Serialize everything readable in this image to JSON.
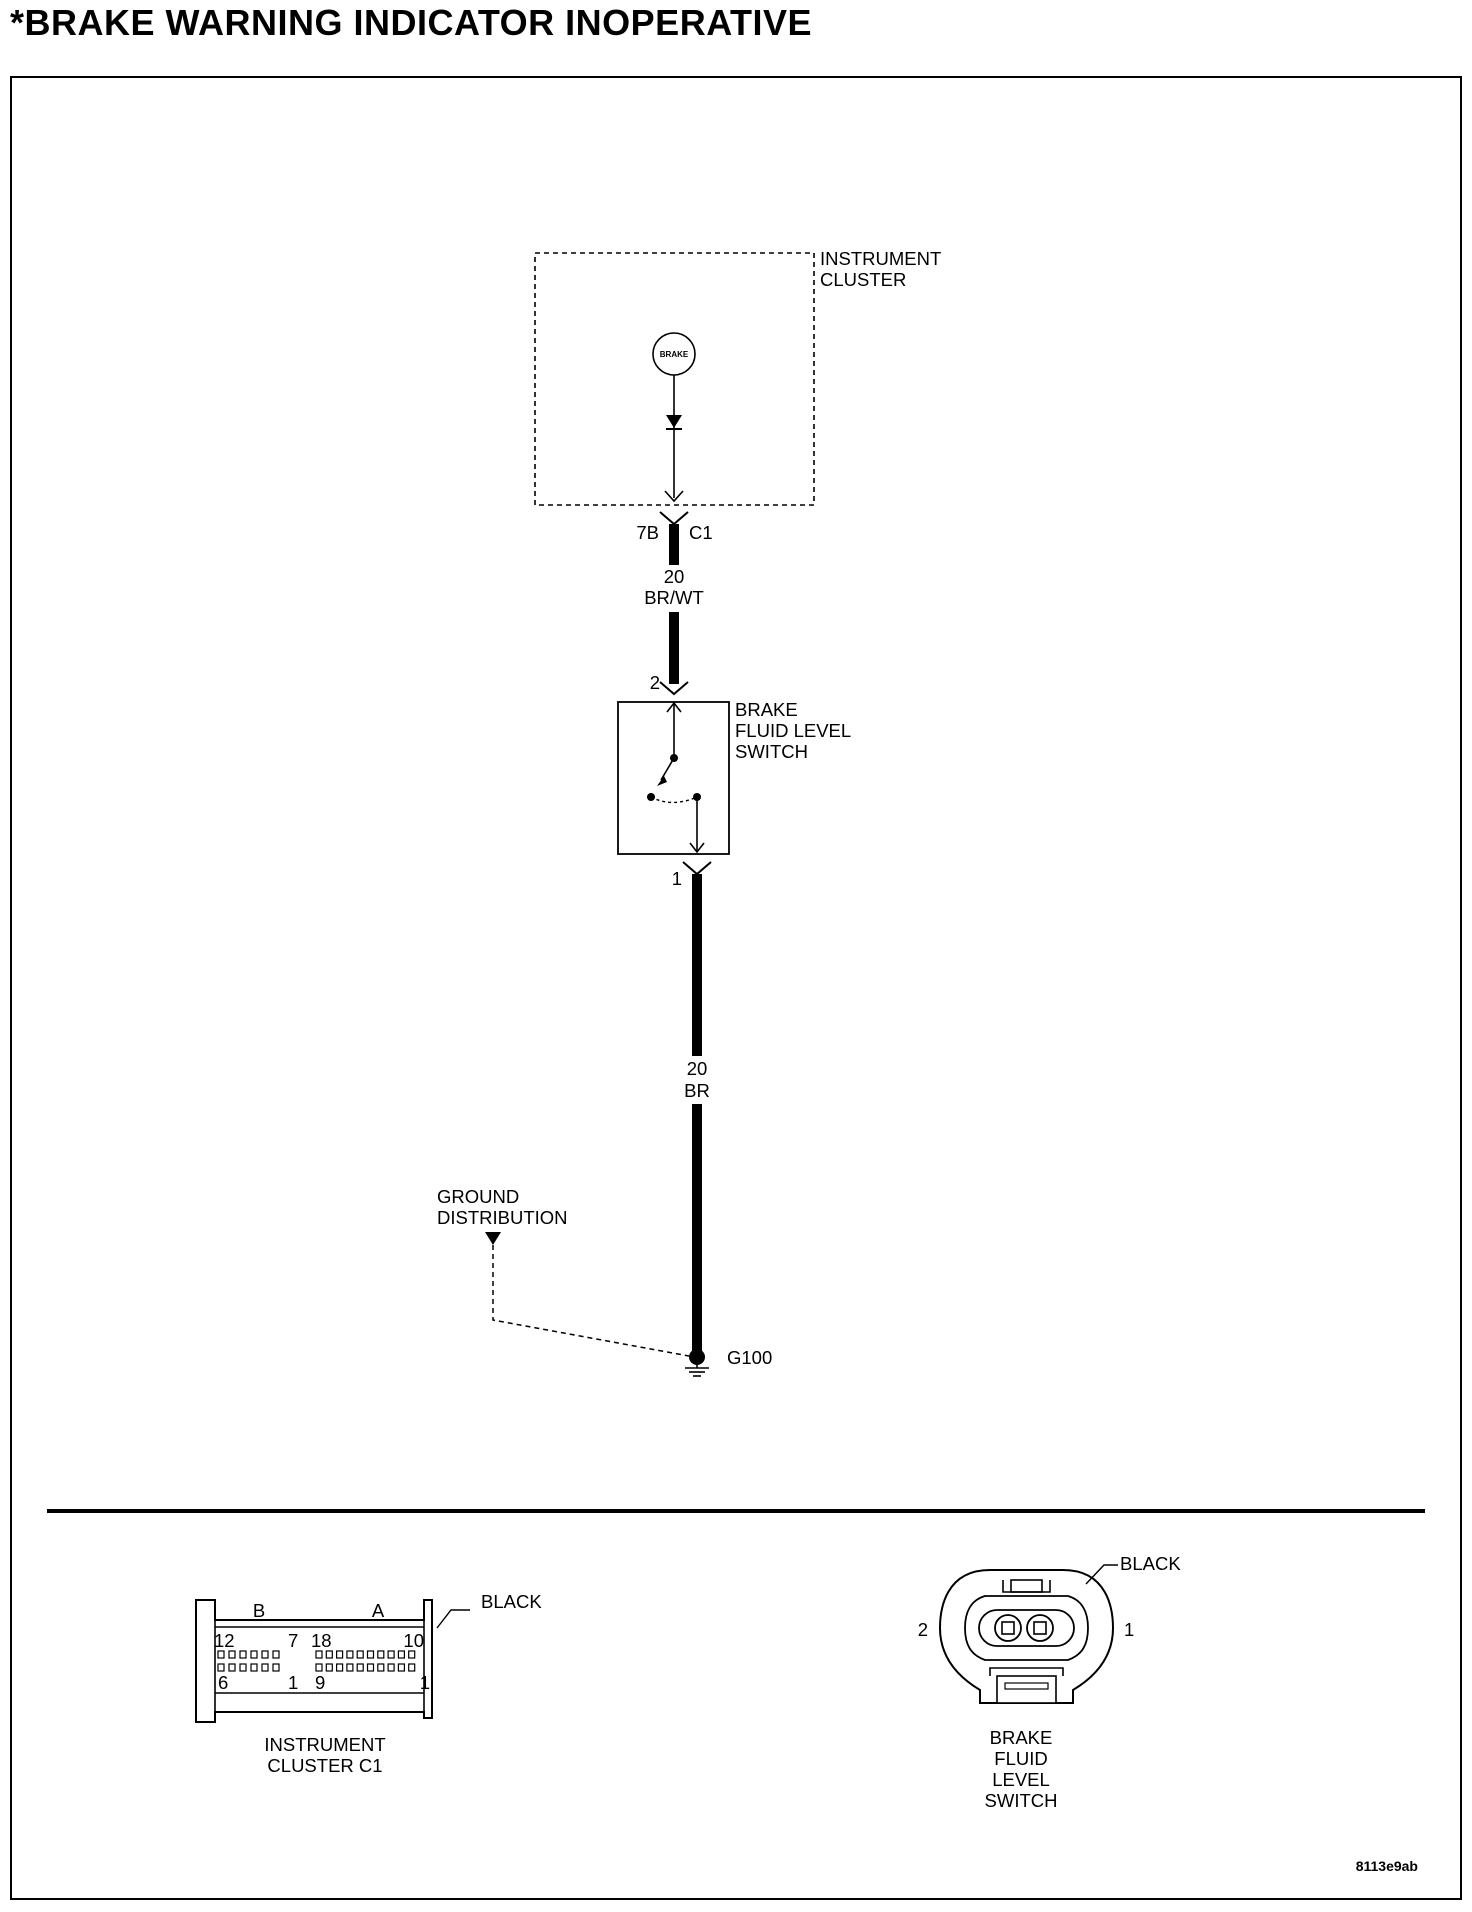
{
  "title": "*BRAKE WARNING INDICATOR INOPERATIVE",
  "schematic": {
    "instrument_cluster_line1": "INSTRUMENT",
    "instrument_cluster_line2": "CLUSTER",
    "lamp_label": "BRAKE",
    "connector_pin": "7B",
    "connector_id": "C1",
    "wire1_gauge": "20",
    "wire1_color": "BR/WT",
    "switch_pin_top": "2",
    "switch_line1": "BRAKE",
    "switch_line2": "FLUID LEVEL",
    "switch_line3": "SWITCH",
    "switch_pin_bottom": "1",
    "wire2_gauge": "20",
    "wire2_color": "BR",
    "ground_ref_line1": "GROUND",
    "ground_ref_line2": "DISTRIBUTION",
    "ground_id": "G100"
  },
  "connectors": {
    "cluster": {
      "color_label": "BLACK",
      "side_b": "B",
      "side_a": "A",
      "pin_12": "12",
      "pin_7": "7",
      "pin_18": "18",
      "pin_10": "10",
      "pin_6": "6",
      "pin_1b": "1",
      "pin_9": "9",
      "pin_1a": "1",
      "caption_line1": "INSTRUMENT",
      "caption_line2": "CLUSTER C1"
    },
    "switch": {
      "color_label": "BLACK",
      "pin_left": "2",
      "pin_right": "1",
      "caption_line1": "BRAKE",
      "caption_line2": "FLUID",
      "caption_line3": "LEVEL",
      "caption_line4": "SWITCH"
    }
  },
  "figure_ref": "8113e9ab"
}
